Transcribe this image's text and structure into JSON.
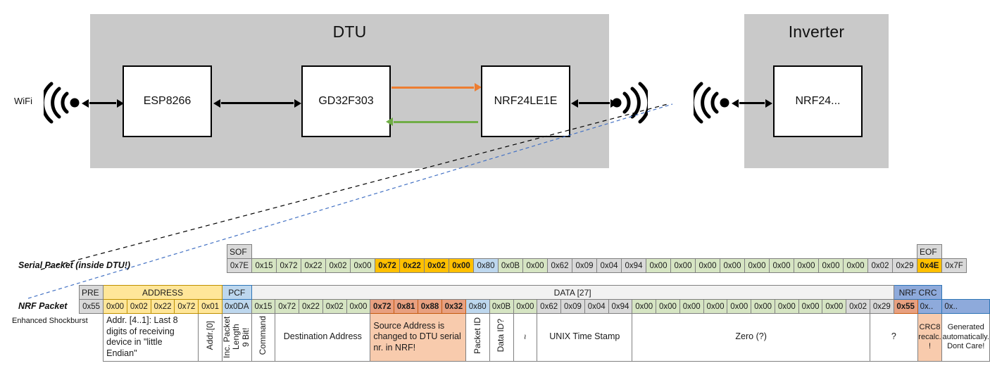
{
  "diagram": {
    "dtu": {
      "title": "DTU",
      "chips": [
        "ESP8266",
        "GD32F303",
        "NRF24LE1E"
      ],
      "wifi_label": "WiFi",
      "arrow_tx_color": "#ED7D31",
      "arrow_rx_color": "#70AD47"
    },
    "inverter": {
      "title": "Inverter",
      "chips": [
        "NRF24..."
      ]
    }
  },
  "serial_packet": {
    "label": "Serial Packet (inside DTU!)",
    "headers": [
      {
        "text": "SOF",
        "span": 1,
        "style": "hdr"
      },
      {
        "text": "",
        "span": 27,
        "style": "blank"
      },
      {
        "text": "EOF",
        "span": 1,
        "style": "hdr"
      }
    ],
    "cells": [
      {
        "v": "0x7E",
        "c": "c-gray"
      },
      {
        "v": "0x15",
        "c": "c-green"
      },
      {
        "v": "0x72",
        "c": "c-green"
      },
      {
        "v": "0x22",
        "c": "c-green"
      },
      {
        "v": "0x02",
        "c": "c-green"
      },
      {
        "v": "0x00",
        "c": "c-green"
      },
      {
        "v": "0x72",
        "c": "c-yellow"
      },
      {
        "v": "0x22",
        "c": "c-yellow"
      },
      {
        "v": "0x02",
        "c": "c-yellow"
      },
      {
        "v": "0x00",
        "c": "c-yellow"
      },
      {
        "v": "0x80",
        "c": "c-blue"
      },
      {
        "v": "0x0B",
        "c": "c-green"
      },
      {
        "v": "0x00",
        "c": "c-green"
      },
      {
        "v": "0x62",
        "c": "c-gray"
      },
      {
        "v": "0x09",
        "c": "c-gray"
      },
      {
        "v": "0x04",
        "c": "c-gray"
      },
      {
        "v": "0x94",
        "c": "c-gray"
      },
      {
        "v": "0x00",
        "c": "c-green"
      },
      {
        "v": "0x00",
        "c": "c-green"
      },
      {
        "v": "0x00",
        "c": "c-green"
      },
      {
        "v": "0x00",
        "c": "c-green"
      },
      {
        "v": "0x00",
        "c": "c-green"
      },
      {
        "v": "0x00",
        "c": "c-green"
      },
      {
        "v": "0x00",
        "c": "c-green"
      },
      {
        "v": "0x00",
        "c": "c-green"
      },
      {
        "v": "0x00",
        "c": "c-green"
      },
      {
        "v": "0x02",
        "c": "c-gray"
      },
      {
        "v": "0x29",
        "c": "c-gray"
      },
      {
        "v": "0x4E",
        "c": "c-orange-b"
      },
      {
        "v": "0x7F",
        "c": "c-gray"
      }
    ]
  },
  "nrf_packet": {
    "label": "NRF Packet",
    "sublabel": "Enhanced Shockburst",
    "headers": [
      {
        "text": "PRE",
        "span": 1,
        "style": "hdr-pre"
      },
      {
        "text": "ADDRESS",
        "span": 5,
        "style": "hdr-addr"
      },
      {
        "text": "PCF",
        "span": 1,
        "style": "hdr-pcf"
      },
      {
        "text": "DATA [27]",
        "span": 27,
        "style": "hdr-data"
      },
      {
        "text": "NRF CRC",
        "span": 2,
        "style": "hdr-crc"
      }
    ],
    "cells": [
      {
        "v": "0x55",
        "c": "c-pre"
      },
      {
        "v": "0x00",
        "c": "c-addr"
      },
      {
        "v": "0x02",
        "c": "c-addr"
      },
      {
        "v": "0x22",
        "c": "c-addr"
      },
      {
        "v": "0x72",
        "c": "c-addr"
      },
      {
        "v": "0x01",
        "c": "c-addr"
      },
      {
        "v": "0x0DA",
        "c": "c-blue"
      },
      {
        "v": "0x15",
        "c": "c-green"
      },
      {
        "v": "0x72",
        "c": "c-green"
      },
      {
        "v": "0x22",
        "c": "c-green"
      },
      {
        "v": "0x02",
        "c": "c-green"
      },
      {
        "v": "0x00",
        "c": "c-green"
      },
      {
        "v": "0x72",
        "c": "c-src"
      },
      {
        "v": "0x81",
        "c": "c-src"
      },
      {
        "v": "0x88",
        "c": "c-src"
      },
      {
        "v": "0x32",
        "c": "c-src"
      },
      {
        "v": "0x80",
        "c": "c-blue"
      },
      {
        "v": "0x0B",
        "c": "c-green"
      },
      {
        "v": "0x00",
        "c": "c-green"
      },
      {
        "v": "0x62",
        "c": "c-gray"
      },
      {
        "v": "0x09",
        "c": "c-gray"
      },
      {
        "v": "0x04",
        "c": "c-gray"
      },
      {
        "v": "0x94",
        "c": "c-gray"
      },
      {
        "v": "0x00",
        "c": "c-green"
      },
      {
        "v": "0x00",
        "c": "c-green"
      },
      {
        "v": "0x00",
        "c": "c-green"
      },
      {
        "v": "0x00",
        "c": "c-green"
      },
      {
        "v": "0x00",
        "c": "c-green"
      },
      {
        "v": "0x00",
        "c": "c-green"
      },
      {
        "v": "0x00",
        "c": "c-green"
      },
      {
        "v": "0x00",
        "c": "c-green"
      },
      {
        "v": "0x00",
        "c": "c-green"
      },
      {
        "v": "0x02",
        "c": "c-gray"
      },
      {
        "v": "0x29",
        "c": "c-gray"
      },
      {
        "v": "0x55",
        "c": "c-src"
      },
      {
        "v": "0x..",
        "c": "c-crc"
      },
      {
        "v": "0x..",
        "c": "c-crc"
      }
    ],
    "descriptions": [
      {
        "text": "",
        "span": 1,
        "style": "blank",
        "orient": "none"
      },
      {
        "text": "Addr. [4..1]:\nLast 8 digits of receiving device in \"little Endian\"",
        "span": 4,
        "style": "desc desc-left",
        "orient": "h"
      },
      {
        "text": "Addr.[0]",
        "span": 1,
        "style": "desc",
        "orient": "v"
      },
      {
        "text": "9 Bit!|Inc. Packet Length",
        "span": 1,
        "style": "desc",
        "orient": "vmulti"
      },
      {
        "text": "Command",
        "span": 1,
        "style": "desc",
        "orient": "v"
      },
      {
        "text": "Destination Address",
        "span": 4,
        "style": "desc",
        "orient": "h"
      },
      {
        "text": "Source Address is changed to DTU serial nr. in NRF!",
        "span": 4,
        "style": "desc desc-src",
        "orient": "h"
      },
      {
        "text": "Packet ID",
        "span": 1,
        "style": "desc",
        "orient": "v"
      },
      {
        "text": "Data ID?",
        "span": 1,
        "style": "desc",
        "orient": "v"
      },
      {
        "text": "~",
        "span": 1,
        "style": "desc",
        "orient": "v"
      },
      {
        "text": "UNIX Time Stamp",
        "span": 4,
        "style": "desc",
        "orient": "h"
      },
      {
        "text": "Zero (?)",
        "span": 10,
        "style": "desc",
        "orient": "h"
      },
      {
        "text": "?",
        "span": 2,
        "style": "desc",
        "orient": "h"
      },
      {
        "text": "CRC8 recalc. !",
        "span": 1,
        "style": "desc desc-crc8",
        "orient": "h"
      },
      {
        "text": "Generated automatically. Dont Care!",
        "span": 2,
        "style": "desc desc-auto",
        "orient": "h"
      }
    ]
  }
}
